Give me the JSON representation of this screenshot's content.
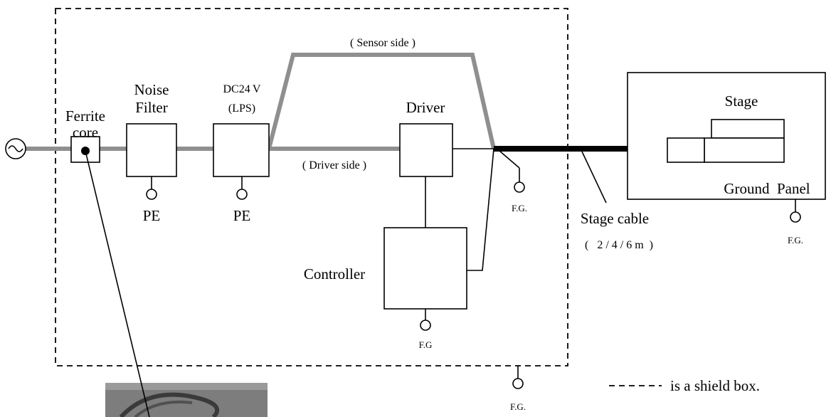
{
  "labels": {
    "ferrite_core_line1": "Ferrite",
    "ferrite_core_line2": "core",
    "noise_filter_line1": "Noise",
    "noise_filter_line2": "Filter",
    "psu_line1": "DC24 V",
    "psu_line2": "(LPS)",
    "sensor_side": "( Sensor side )",
    "driver_side": "( Driver side )",
    "driver": "Driver",
    "controller": "Controller",
    "stage": "Stage",
    "ground_panel": "Ground  Panel",
    "stage_cable": "Stage cable",
    "stage_cable_lengths": "(   2 / 4 / 6 m  )",
    "pe_filter": "PE",
    "pe_psu": "PE",
    "fg_driver": "F.G.",
    "fg_controller": "F.G",
    "fg_panel": "F.G.",
    "fg_shield": "F.G.",
    "legend_text": "is a shield box."
  },
  "icons": {
    "ac_source": "ac-source-icon",
    "ground_terminal": "ground-terminal-icon"
  },
  "colors": {
    "power_wire": "#8f8f8f",
    "stage_cable": "#000000"
  }
}
